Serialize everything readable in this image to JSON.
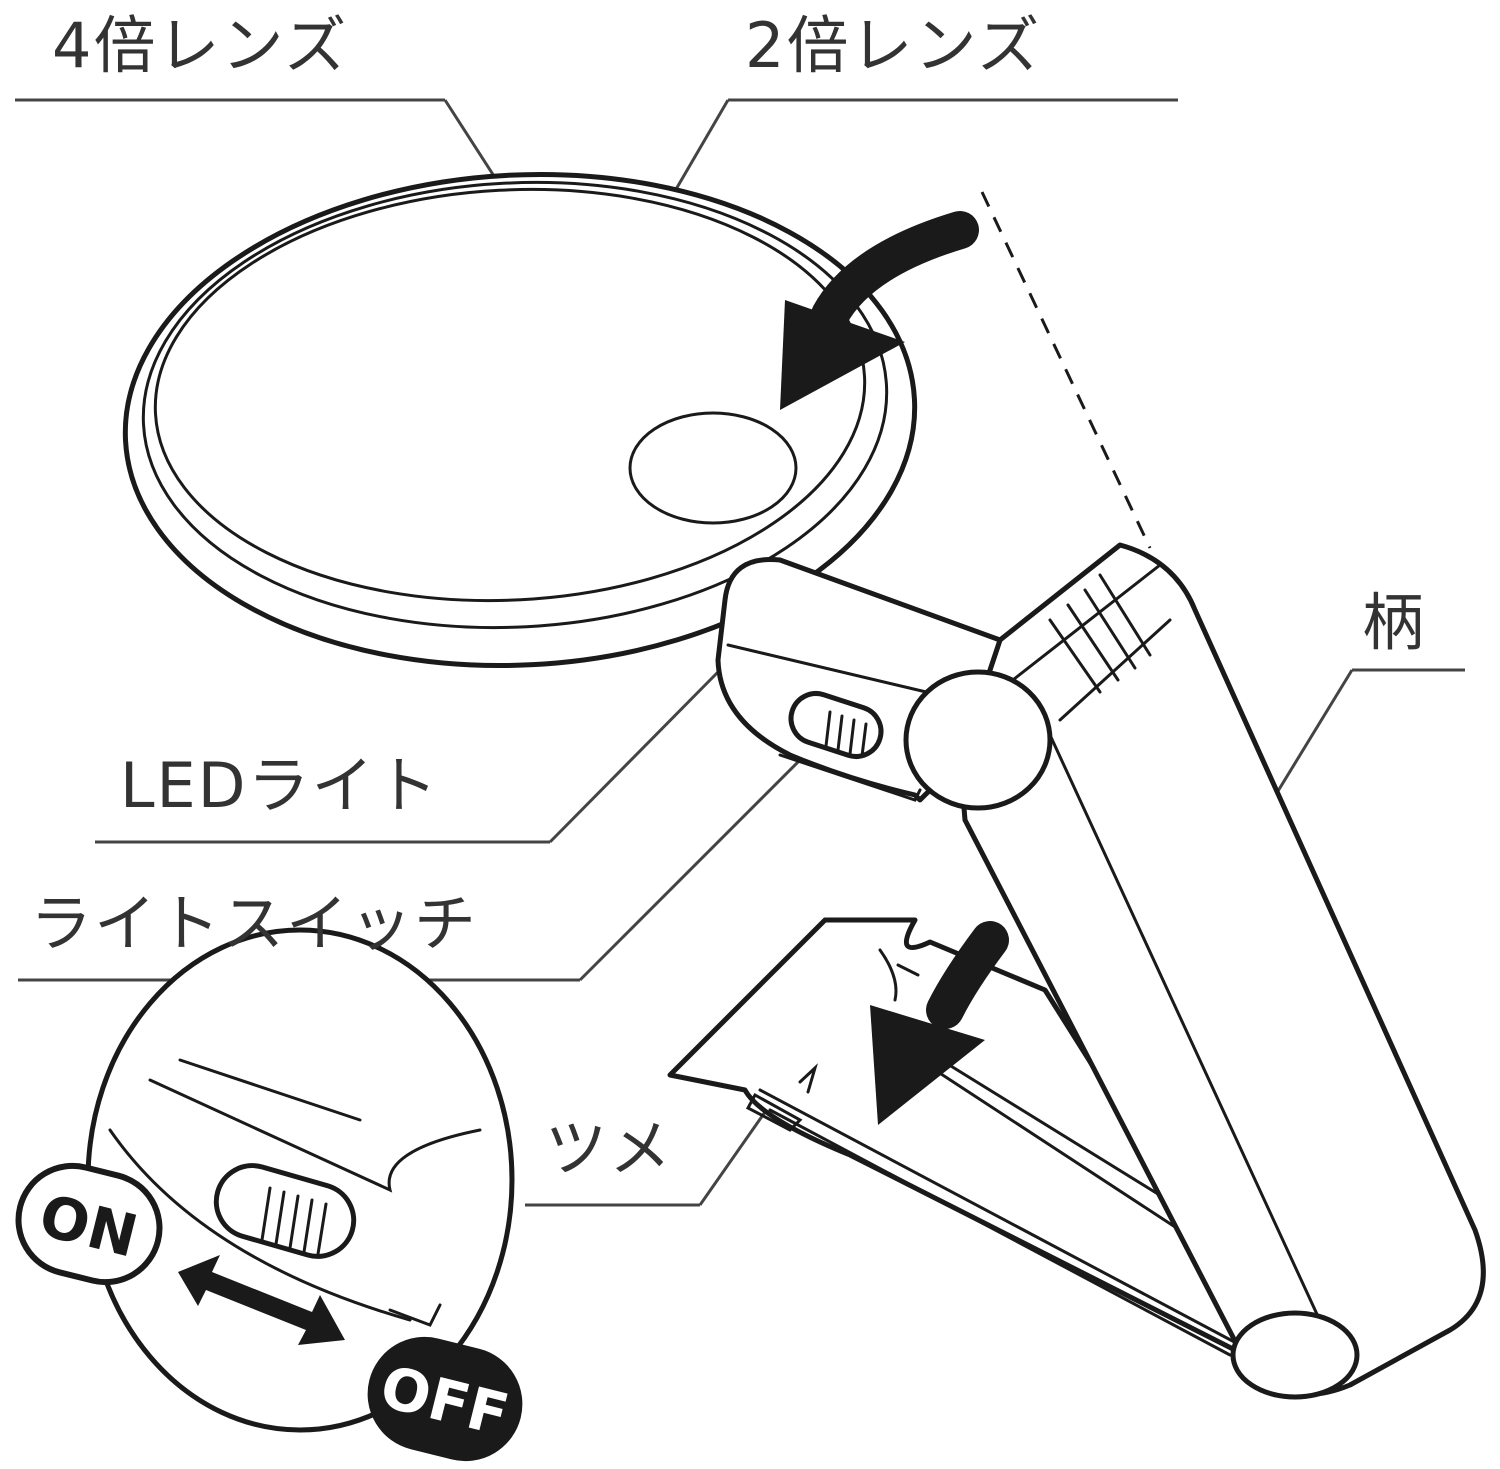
{
  "labels": {
    "lens_4x": "4倍レンズ",
    "lens_2x": "2倍レンズ",
    "handle": "柄",
    "led_light": "LEDライト",
    "light_switch": "ライトスイッチ",
    "claw": "ツメ"
  },
  "switch": {
    "on": "ON",
    "off": "OFF"
  },
  "colors": {
    "ink": "#1a1a1a",
    "text": "#333333",
    "leader": "#444444"
  }
}
